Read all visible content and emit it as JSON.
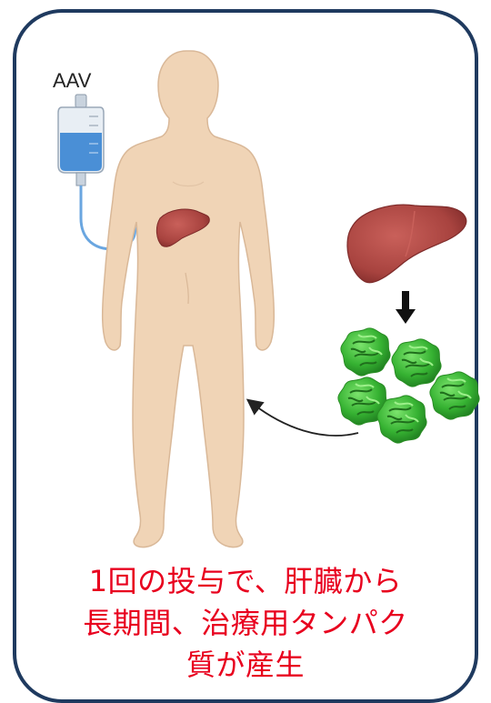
{
  "labels": {
    "aav": "AAV"
  },
  "caption": {
    "line1": "1回の投与で、肝臓から",
    "line2": "長期間、治療用タンパク",
    "line3": "質が産生"
  },
  "colors": {
    "frame_border": "#1f3a5f",
    "skin": "#f0d4b6",
    "skin_outline": "#d9b898",
    "liver": "#a8433f",
    "iv_fluid": "#4a8fd6",
    "protein": "#3db83a",
    "caption_text": "#e8001e"
  },
  "icons": [
    "iv-bag-icon",
    "human-body-icon",
    "liver-icon",
    "down-arrow-icon",
    "protein-cluster-icon",
    "curved-arrow-icon"
  ]
}
